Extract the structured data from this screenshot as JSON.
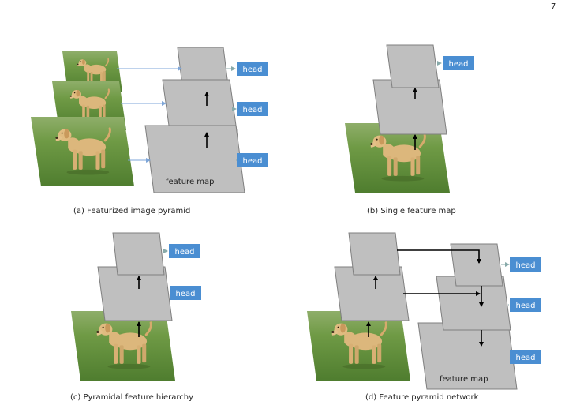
{
  "page_number": "7",
  "head_label": "head",
  "feature_map_label": "feature map",
  "panels": {
    "a": {
      "caption": "(a) Featurized image pyramid"
    },
    "b": {
      "caption": "(b) Single feature map"
    },
    "c": {
      "caption": "(c) Pyramidal feature hierarchy"
    },
    "d": {
      "caption": "(d) Feature pyramid network"
    }
  },
  "colors": {
    "feature_map_fill": "#bfbfbf",
    "feature_map_stroke": "#7f7f7f",
    "head_fill": "#4a8ed2",
    "head_text": "#ffffff",
    "arrow": "#000000",
    "image_arrow": "#7ea6d8",
    "grass": "#5b8a3a",
    "dog": "#d9b074"
  }
}
